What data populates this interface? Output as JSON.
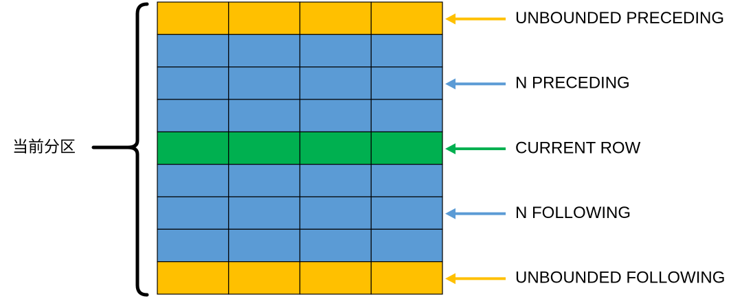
{
  "partition_label": "当前分区",
  "grid": {
    "columns": 4,
    "rows": [
      {
        "kind": "boundary"
      },
      {
        "kind": "window"
      },
      {
        "kind": "window"
      },
      {
        "kind": "window"
      },
      {
        "kind": "current"
      },
      {
        "kind": "window"
      },
      {
        "kind": "window"
      },
      {
        "kind": "window"
      },
      {
        "kind": "boundary"
      }
    ]
  },
  "colors": {
    "boundary": "#FFC000",
    "window": "#5B9BD5",
    "current": "#00B050",
    "border": "#000000",
    "arrow_boundary": "#FFC000",
    "arrow_window": "#5B9BD5",
    "arrow_current": "#00B050"
  },
  "markers": [
    {
      "row": 0,
      "text": "UNBOUNDED PRECEDING",
      "color": "#FFC000",
      "name": "unbounded-preceding"
    },
    {
      "row": 2,
      "text": "N PRECEDING",
      "color": "#5B9BD5",
      "name": "n-preceding"
    },
    {
      "row": 4,
      "text": "CURRENT ROW",
      "color": "#00B050",
      "name": "current-row"
    },
    {
      "row": 6,
      "text": "N FOLLOWING",
      "color": "#5B9BD5",
      "name": "n-following"
    },
    {
      "row": 8,
      "text": "UNBOUNDED FOLLOWING",
      "color": "#FFC000",
      "name": "unbounded-following"
    }
  ]
}
